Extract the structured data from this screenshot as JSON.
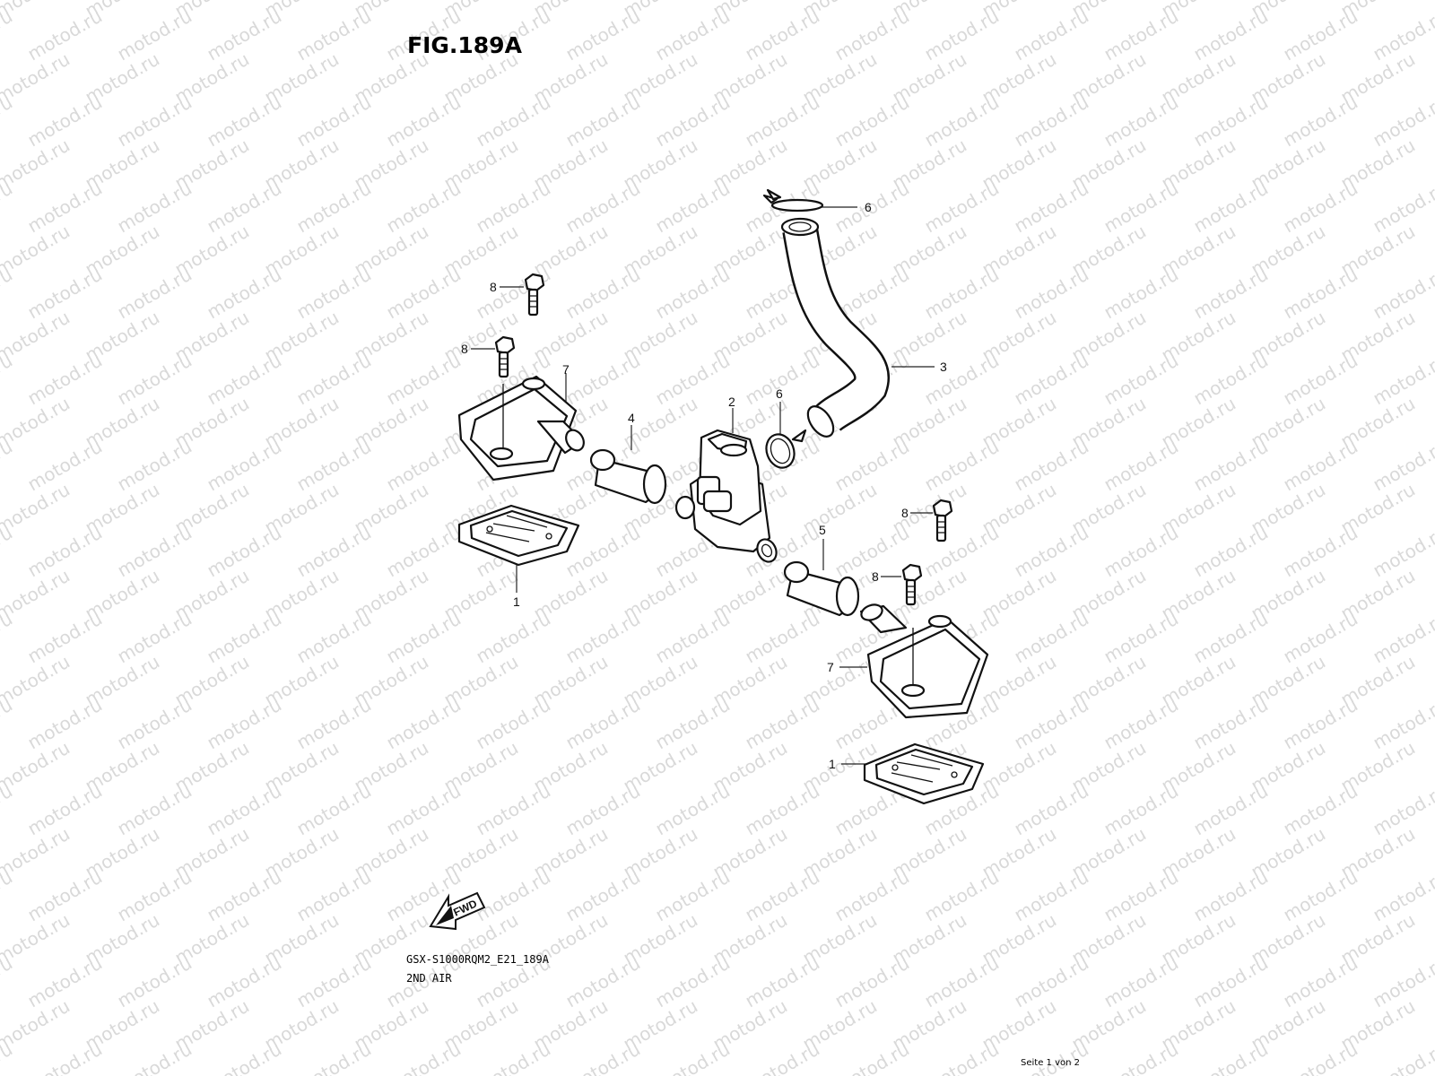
{
  "figure": {
    "title": "FIG.189A",
    "model_code": "GSX-S1000RQM2_E21_189A",
    "section": "2ND AIR",
    "page": "Seite 1 von 2",
    "forward_label": "FWD"
  },
  "watermark": "motod.ru",
  "callouts": {
    "c1a": "1",
    "c1b": "1",
    "c2": "2",
    "c3": "3",
    "c4": "4",
    "c5": "5",
    "c6a": "6",
    "c6b": "6",
    "c7a": "7",
    "c7b": "7",
    "c8a": "8",
    "c8b": "8",
    "c8c": "8",
    "c8d": "8"
  },
  "colors": {
    "line": "#111111",
    "watermark": "#d9d9d9",
    "background": "#ffffff"
  }
}
